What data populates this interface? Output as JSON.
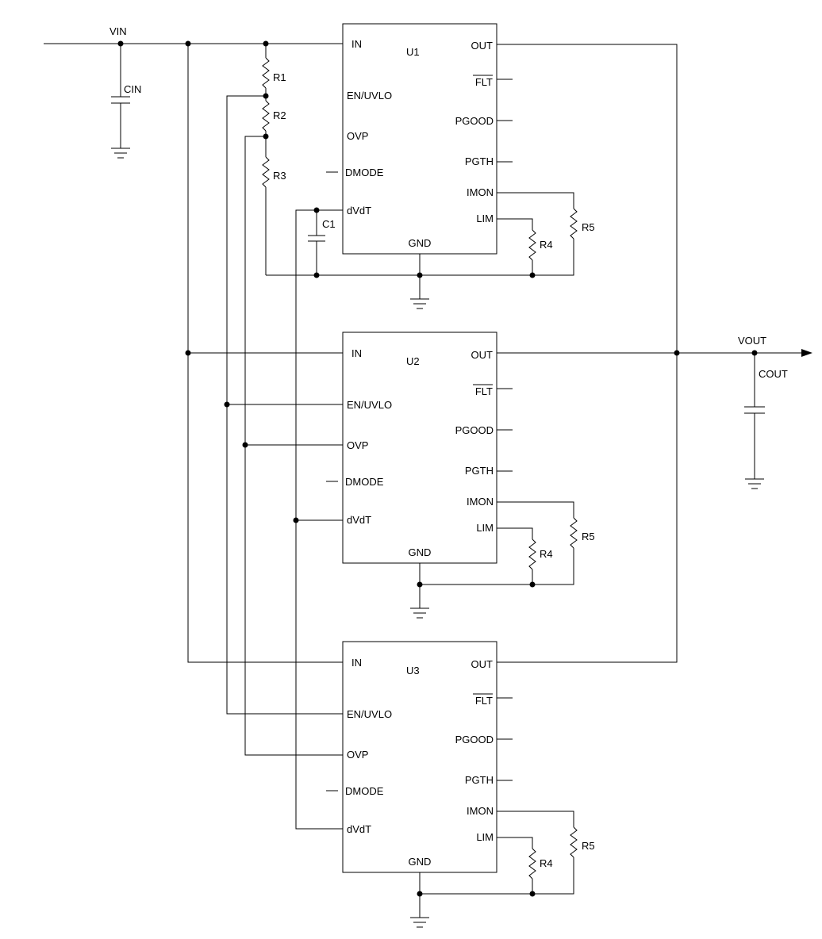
{
  "nets": {
    "vin": "VIN",
    "vout": "VOUT"
  },
  "input_cap": "CIN",
  "output_cap": "COUT",
  "divider": {
    "r1": "R1",
    "r2": "R2",
    "r3": "R3"
  },
  "dvdt_cap": "C1",
  "units": [
    {
      "ref": "U1",
      "pins": {
        "in": "IN",
        "en": "EN/UVLO",
        "ovp": "OVP",
        "dmode": "DMODE",
        "dvdt": "dVdT",
        "out": "OUT",
        "flt": "FLT",
        "pgood": "PGOOD",
        "pgth": "PGTH",
        "imon": "IMON",
        "lim": "LIM",
        "gnd": "GND"
      },
      "r_lim": "R4",
      "r_imon": "R5"
    },
    {
      "ref": "U2",
      "pins": {
        "in": "IN",
        "en": "EN/UVLO",
        "ovp": "OVP",
        "dmode": "DMODE",
        "dvdt": "dVdT",
        "out": "OUT",
        "flt": "FLT",
        "pgood": "PGOOD",
        "pgth": "PGTH",
        "imon": "IMON",
        "lim": "LIM",
        "gnd": "GND"
      },
      "r_lim": "R4",
      "r_imon": "R5"
    },
    {
      "ref": "U3",
      "pins": {
        "in": "IN",
        "en": "EN/UVLO",
        "ovp": "OVP",
        "dmode": "DMODE",
        "dvdt": "dVdT",
        "out": "OUT",
        "flt": "FLT",
        "pgood": "PGOOD",
        "pgth": "PGTH",
        "imon": "IMON",
        "lim": "LIM",
        "gnd": "GND"
      },
      "r_lim": "R4",
      "r_imon": "R5"
    }
  ]
}
